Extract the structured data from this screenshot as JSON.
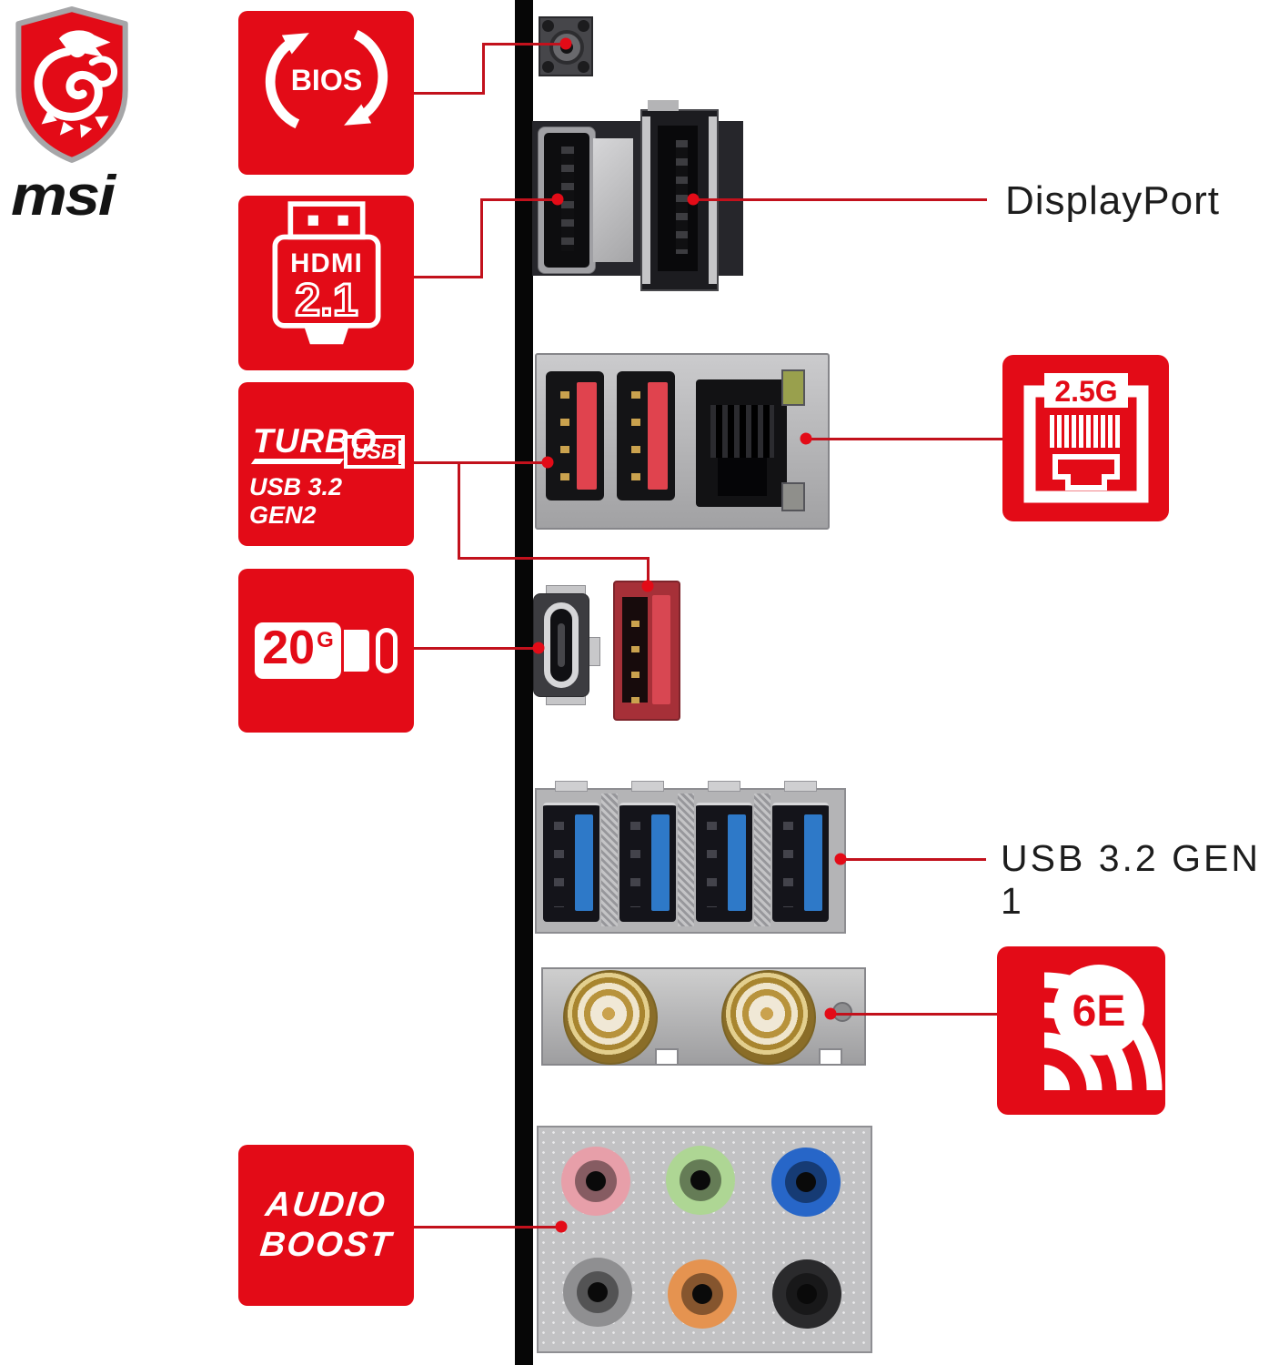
{
  "brand": {
    "name": "msi",
    "logo_icon": "msi-dragon-shield-icon"
  },
  "feature_badges": {
    "bios": {
      "label": "BIOS",
      "icon": "bios-flashback-refresh-arrows-icon"
    },
    "hdmi": {
      "name": "HDMI",
      "version": "2.1",
      "icon": "hdmi-connector-icon"
    },
    "turbo_usb": {
      "title": "TURBO",
      "plug": "USB",
      "subtitle": "USB 3.2 GEN2",
      "icon": "turbo-usb-plug-icon"
    },
    "usb_20g": {
      "value": "20",
      "unit": "G",
      "icon": "usb-type-c-connector-icon"
    },
    "audio_boost": {
      "line1": "AUDIO",
      "line2": "BOOST"
    }
  },
  "port_labels": {
    "displayport": "DisplayPort",
    "usb32gen1": "USB 3.2 GEN 1"
  },
  "feature_icons": {
    "lan": {
      "label": "2.5G",
      "icon": "ethernet-rj45-jack-icon"
    },
    "wifi": {
      "label": "6E",
      "icon": "wifi-signal-arcs-icon"
    }
  },
  "io_ports": [
    "bios-flash-button",
    "hdmi-port",
    "displayport-port",
    "usb-3-2-gen2-type-a-red-ports",
    "lan-rj45-2-5g-port",
    "usb-type-c-20g-port",
    "usb-3-2-gen2-type-a-red-port",
    "usb-3-2-gen1-type-a-blue-ports",
    "wifi-antenna-sma-connectors",
    "audio-jacks"
  ],
  "colors": {
    "msi_red": "#e30b17",
    "line_red": "#c2111c",
    "bar_black": "#060606",
    "usb_blue": "#2e79c8",
    "jack_pink": "#e79fa9",
    "jack_green": "#aed694",
    "jack_blue": "#2766c8",
    "jack_gray": "#8f8f91",
    "jack_orange": "#e59350",
    "jack_black": "#2a2a2c"
  }
}
